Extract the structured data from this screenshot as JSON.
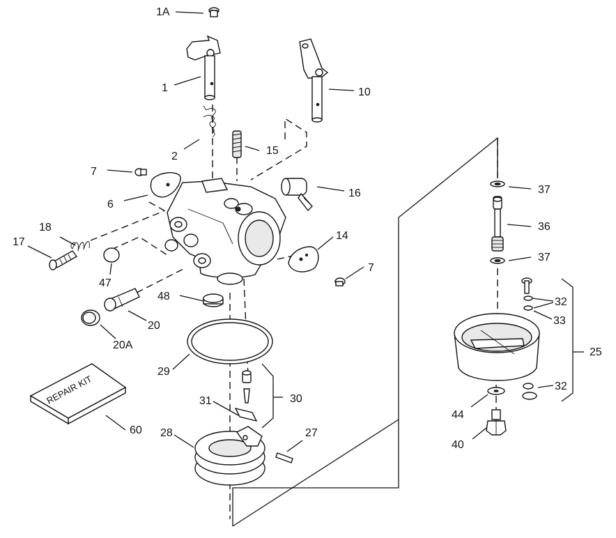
{
  "diagram": {
    "callouts": [
      {
        "id": "1A",
        "text": "1A"
      },
      {
        "id": "1",
        "text": "1"
      },
      {
        "id": "2",
        "text": "2"
      },
      {
        "id": "10",
        "text": "10"
      },
      {
        "id": "15",
        "text": "15"
      },
      {
        "id": "16",
        "text": "16"
      },
      {
        "id": "7a",
        "text": "7"
      },
      {
        "id": "6",
        "text": "6"
      },
      {
        "id": "18",
        "text": "18"
      },
      {
        "id": "17",
        "text": "17"
      },
      {
        "id": "14",
        "text": "14"
      },
      {
        "id": "7b",
        "text": "7"
      },
      {
        "id": "47",
        "text": "47"
      },
      {
        "id": "48",
        "text": "48"
      },
      {
        "id": "20",
        "text": "20"
      },
      {
        "id": "20A",
        "text": "20A"
      },
      {
        "id": "29",
        "text": "29"
      },
      {
        "id": "30",
        "text": "30"
      },
      {
        "id": "31",
        "text": "31"
      },
      {
        "id": "60",
        "text": "60"
      },
      {
        "id": "28",
        "text": "28"
      },
      {
        "id": "27",
        "text": "27"
      },
      {
        "id": "37a",
        "text": "37"
      },
      {
        "id": "36",
        "text": "36"
      },
      {
        "id": "37b",
        "text": "37"
      },
      {
        "id": "32a",
        "text": "32"
      },
      {
        "id": "33",
        "text": "33"
      },
      {
        "id": "25",
        "text": "25"
      },
      {
        "id": "32b",
        "text": "32"
      },
      {
        "id": "44",
        "text": "44"
      },
      {
        "id": "40",
        "text": "40"
      }
    ],
    "repair_kit_label": "REPAIR KIT"
  }
}
